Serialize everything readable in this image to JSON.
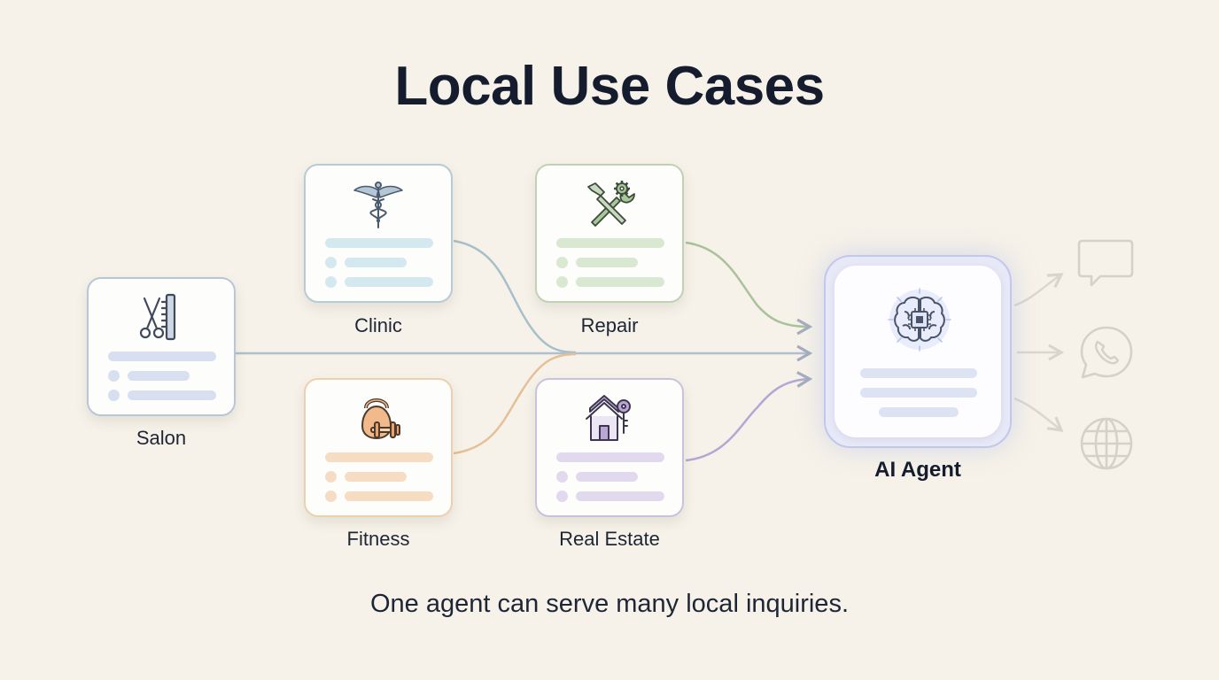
{
  "title": "Local Use Cases",
  "caption": "One agent can serve many local inquiries.",
  "nodes": {
    "salon": {
      "label": "Salon",
      "icon": "scissors-comb-icon",
      "accent": "#d7dff0"
    },
    "clinic": {
      "label": "Clinic",
      "icon": "caduceus-icon",
      "accent": "#d3e9ef"
    },
    "repair": {
      "label": "Repair",
      "icon": "wrench-gear-icon",
      "accent": "#d9e8d0"
    },
    "fitness": {
      "label": "Fitness",
      "icon": "kettlebell-dumbbell-icon",
      "accent": "#f6dcc2"
    },
    "real_estate": {
      "label": "Real Estate",
      "icon": "house-key-icon",
      "accent": "#e3d9ef"
    }
  },
  "agent": {
    "label": "AI Agent",
    "icon": "brain-chip-icon"
  },
  "channels": [
    "chat-bubble-icon",
    "whatsapp-icon",
    "globe-icon"
  ],
  "colors": {
    "background": "#f6f2e9",
    "salon_line": "#a9bccc",
    "clinic_line": "#a7bfc9",
    "repair_line": "#a9c29a",
    "fitness_line": "#e6bf96",
    "real_estate_line": "#b3a8d3"
  }
}
